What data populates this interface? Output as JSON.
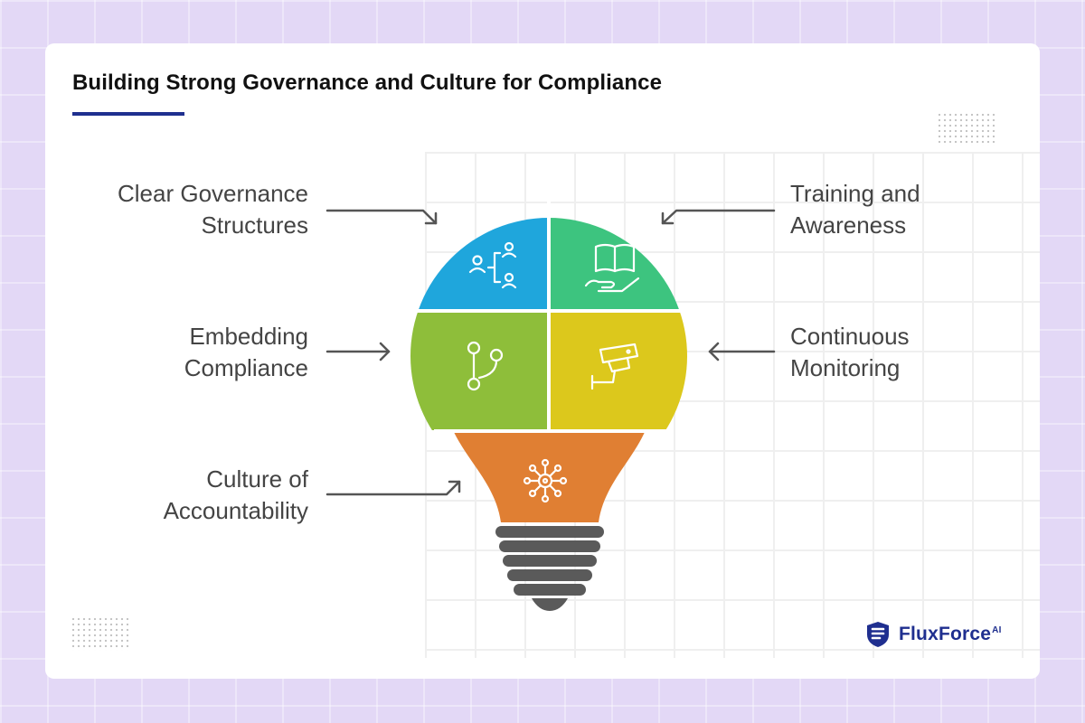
{
  "title": "Building Strong Governance and Culture for Compliance",
  "labels": {
    "clear_governance": [
      "Clear Governance",
      "Structures"
    ],
    "training": [
      "Training and",
      "Awareness"
    ],
    "embedding": [
      "Embedding",
      "Compliance"
    ],
    "monitoring": [
      "Continuous",
      "Monitoring"
    ],
    "culture": [
      "Culture of",
      "Accountability"
    ]
  },
  "colors": {
    "blue": "#1fa6dc",
    "green": "#3dc47f",
    "olive": "#8ebe3a",
    "yellow": "#dcc81c",
    "orange": "#e07f33",
    "base": "#5a5a5a",
    "brand": "#1f2f8f"
  },
  "icons": {
    "clear_governance": "org-structure-icon",
    "training": "book-in-hand-icon",
    "embedding": "branch-icon",
    "monitoring": "cctv-camera-icon",
    "culture": "network-hub-icon"
  },
  "logo": {
    "name": "FluxForce",
    "suffix": "AI"
  }
}
